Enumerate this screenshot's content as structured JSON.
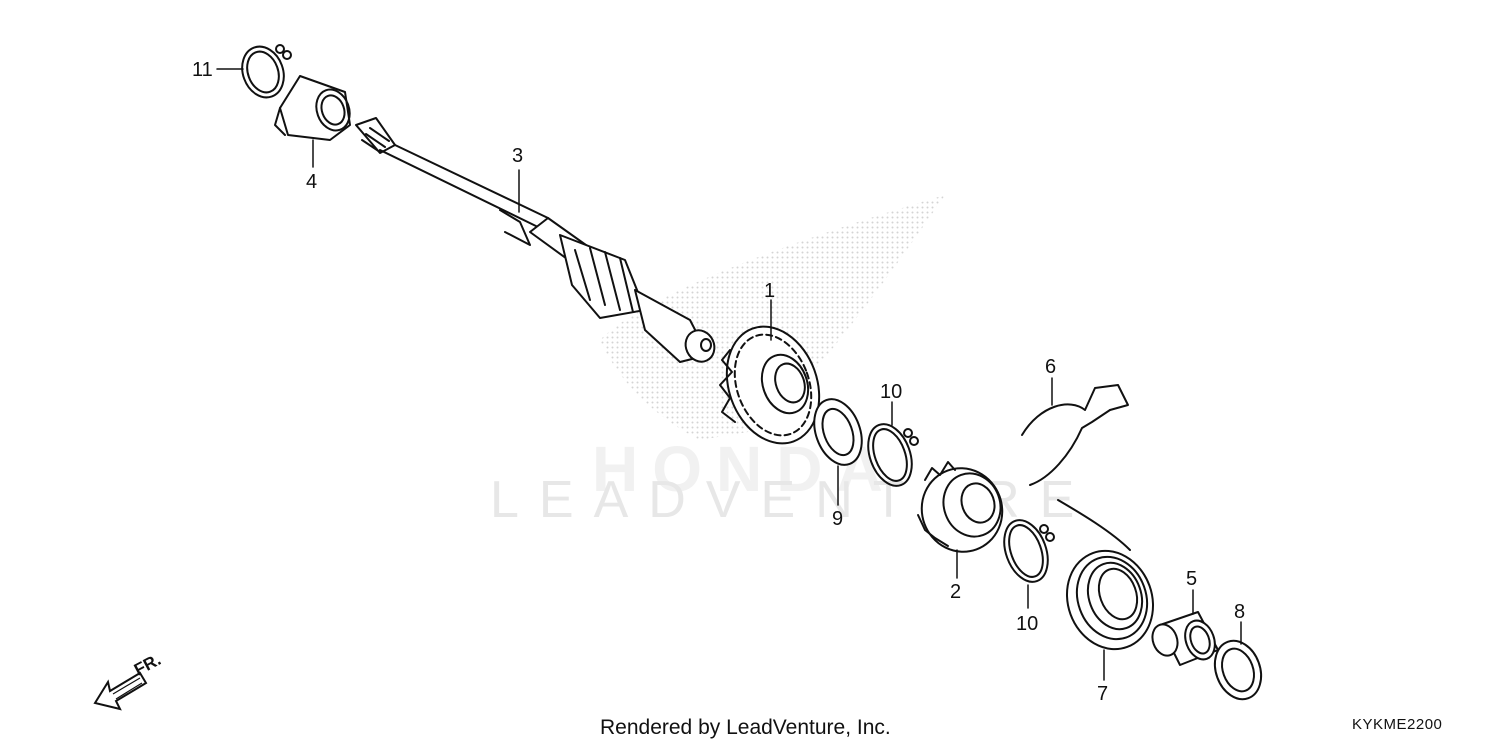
{
  "watermark": {
    "brand": "HONDA",
    "text": "LEADVENTURE"
  },
  "callouts": [
    "1",
    "2",
    "3",
    "4",
    "5",
    "6",
    "7",
    "8",
    "9",
    "10",
    "10",
    "11"
  ],
  "orientation": {
    "label": "FR."
  },
  "footer": {
    "rendered_by": "Rendered by LeadVenture, Inc.",
    "diagram_code": "KYKME2200"
  }
}
